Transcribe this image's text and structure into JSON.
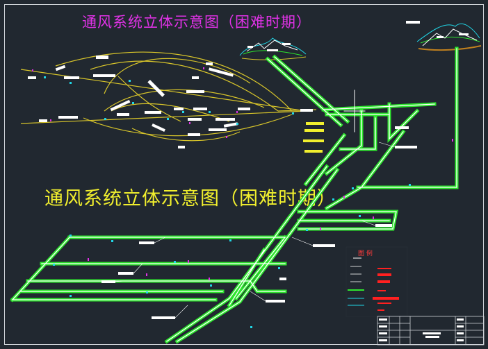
{
  "titles": {
    "top": "通风系统立体示意图（困难时期）",
    "main": "通风系统立体示意图（困难时期）"
  },
  "legend": {
    "heading": "图 例"
  },
  "colors": {
    "background": "#212830",
    "airway": "#2ee62e",
    "airway_core": "#ffffff",
    "network": "#d8c52a",
    "label_box": "#ffffff",
    "highlight": "#f1ef2e",
    "accent": "#e032e6",
    "legend_red": "#ff2020",
    "cyan": "#20d8e8"
  }
}
